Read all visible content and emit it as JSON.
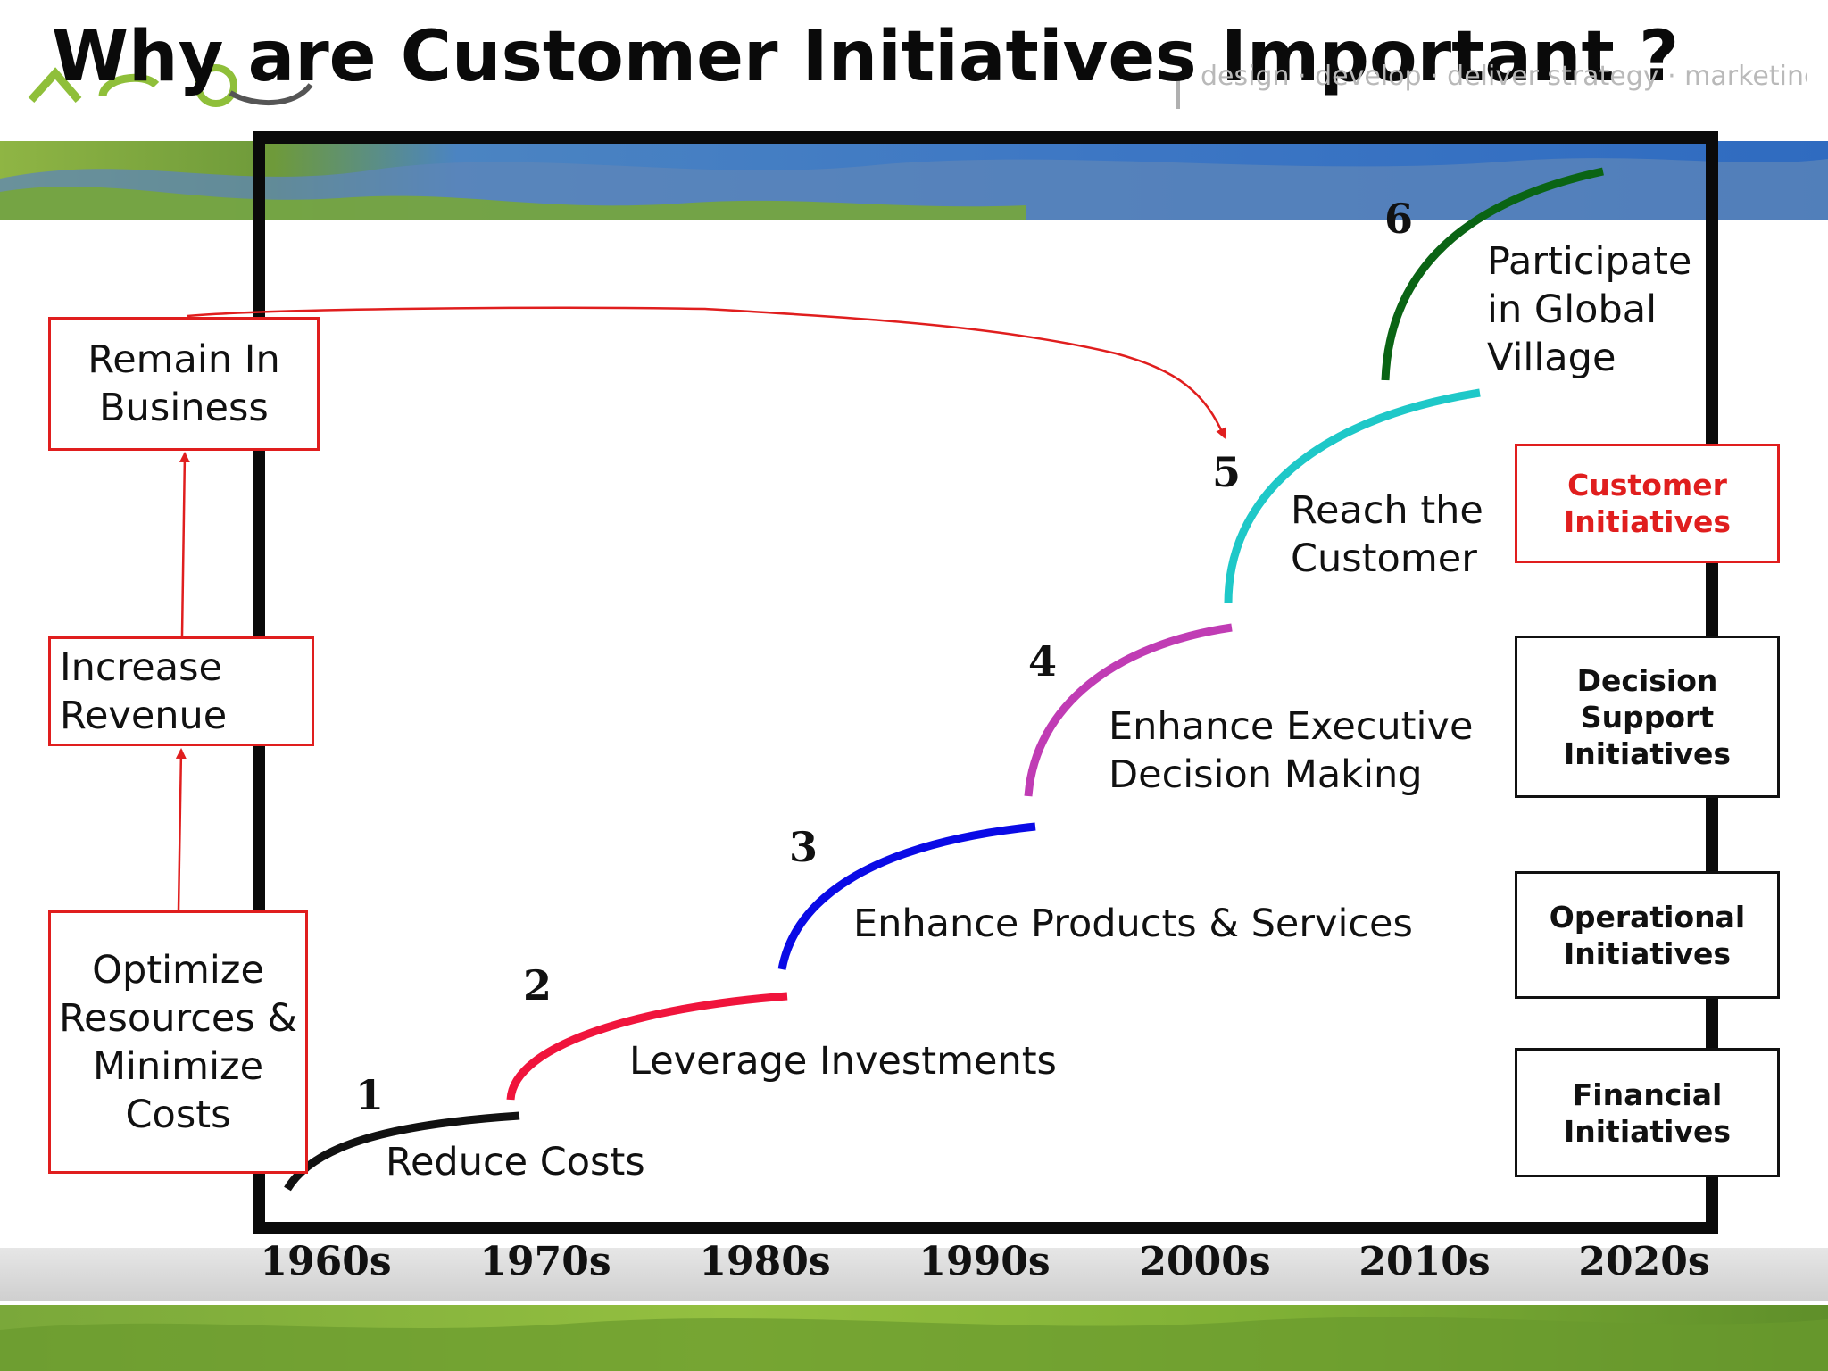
{
  "title": "Why are Customer Initiatives Important ?",
  "tagline": "design · develop · deliver strategy · marketing.",
  "goals": [
    {
      "id": "remain",
      "label": "Remain In\nBusiness"
    },
    {
      "id": "increase",
      "label": "Increase\n  Revenue"
    },
    {
      "id": "optimize",
      "label": "Optimize\nResources &\nMinimize\nCosts"
    }
  ],
  "stages": [
    {
      "num": "1",
      "label": "Reduce Costs",
      "color": "#111111"
    },
    {
      "num": "2",
      "label": "Leverage Investments",
      "color": "#f0143c"
    },
    {
      "num": "3",
      "label": "Enhance Products & Services",
      "color": "#0a0ae6"
    },
    {
      "num": "4",
      "label": "Enhance Executive\nDecision Making",
      "color": "#c03cb4"
    },
    {
      "num": "5",
      "label": "Reach the\nCustomer",
      "color": "#1ec8c8"
    },
    {
      "num": "6",
      "label": "Participate\nin Global\nVillage",
      "color": "#0a6414"
    }
  ],
  "initiatives": [
    {
      "label": "Customer\nInitiatives",
      "highlight": true
    },
    {
      "label": "Decision\nSupport\nInitiatives",
      "highlight": false
    },
    {
      "label": "Operational\nInitiatives",
      "highlight": false
    },
    {
      "label": "Financial\nInitiatives",
      "highlight": false
    }
  ],
  "decades": [
    "1960s",
    "1970s",
    "1980s",
    "1990s",
    "2000s",
    "2010s",
    "2020s"
  ],
  "colors": {
    "goal_border": "#e01e1e",
    "highlight": "#e01e1e",
    "frame": "#0a0a0a",
    "decade_band": "#d9d9d9"
  }
}
